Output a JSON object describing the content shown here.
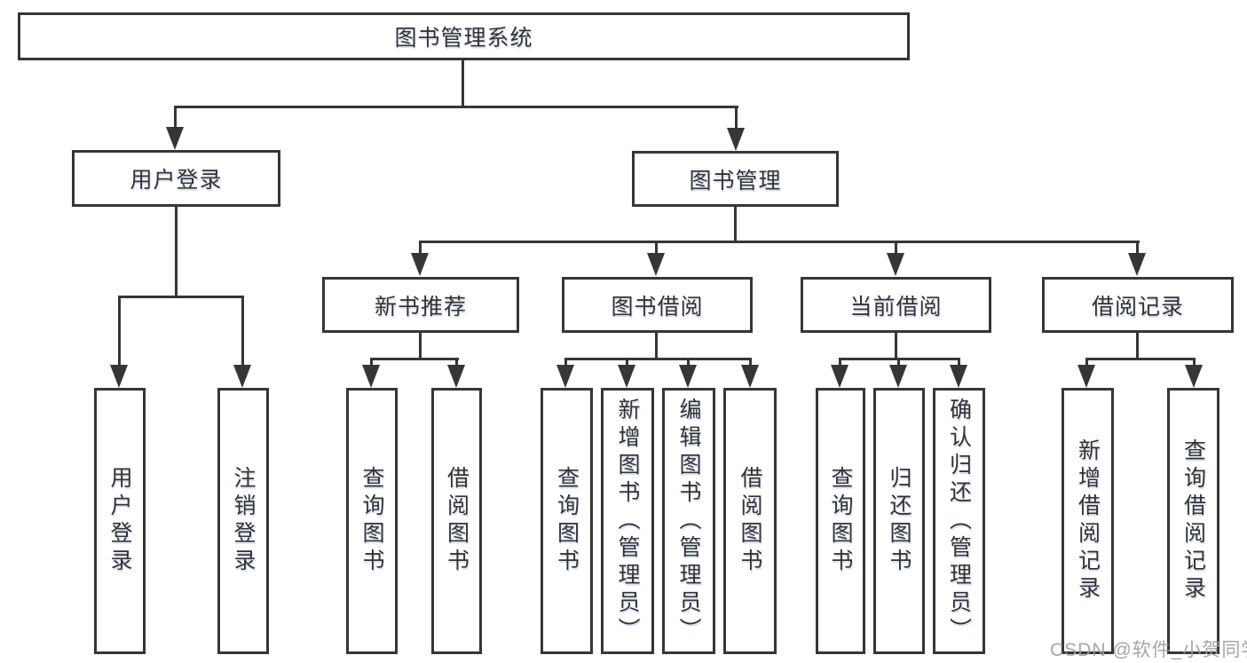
{
  "diagram": {
    "title": "图书管理系统",
    "nodes": {
      "root": {
        "label": "图书管理系统"
      },
      "user_login": {
        "label": "用户登录"
      },
      "book_mgmt": {
        "label": "图书管理"
      },
      "new_book_rec": {
        "label": "新书推荐"
      },
      "book_borrow": {
        "label": "图书借阅"
      },
      "current_borrow": {
        "label": "当前借阅"
      },
      "borrow_records": {
        "label": "借阅记录"
      },
      "ul_user_login": {
        "label": "用户登录"
      },
      "ul_logout": {
        "label": "注销登录"
      },
      "nbr_query_books": {
        "label": "查询图书"
      },
      "nbr_borrow_books": {
        "label": "借阅图书"
      },
      "bb_query_books": {
        "label": "查询图书"
      },
      "bb_add_books": {
        "label": "新增图书（管理员）"
      },
      "bb_edit_books": {
        "label": "编辑图书（管理员）"
      },
      "bb_borrow_books": {
        "label": "借阅图书"
      },
      "cb_query_books": {
        "label": "查询图书"
      },
      "cb_return_books": {
        "label": "归还图书"
      },
      "cb_confirm_return": {
        "label": "确认归还（管理员）"
      },
      "br_add_record": {
        "label": "新增借阅记录"
      },
      "br_query_record": {
        "label": "查询借阅记录"
      }
    },
    "hierarchy": {
      "图书管理系统": {
        "用户登录": [
          "用户登录",
          "注销登录"
        ],
        "图书管理": {
          "新书推荐": [
            "查询图书",
            "借阅图书"
          ],
          "图书借阅": [
            "查询图书",
            "新增图书（管理员）",
            "编辑图书（管理员）",
            "借阅图书"
          ],
          "当前借阅": [
            "查询图书",
            "归还图书",
            "确认归还（管理员）"
          ],
          "借阅记录": [
            "新增借阅记录",
            "查询借阅记录"
          ]
        }
      }
    },
    "colors": {
      "line": "#363636",
      "text": "#333333",
      "background": "#ffffff",
      "watermark": "#9e9e9e"
    }
  },
  "watermark": {
    "text": "CSDN @软件_小贺同学"
  }
}
